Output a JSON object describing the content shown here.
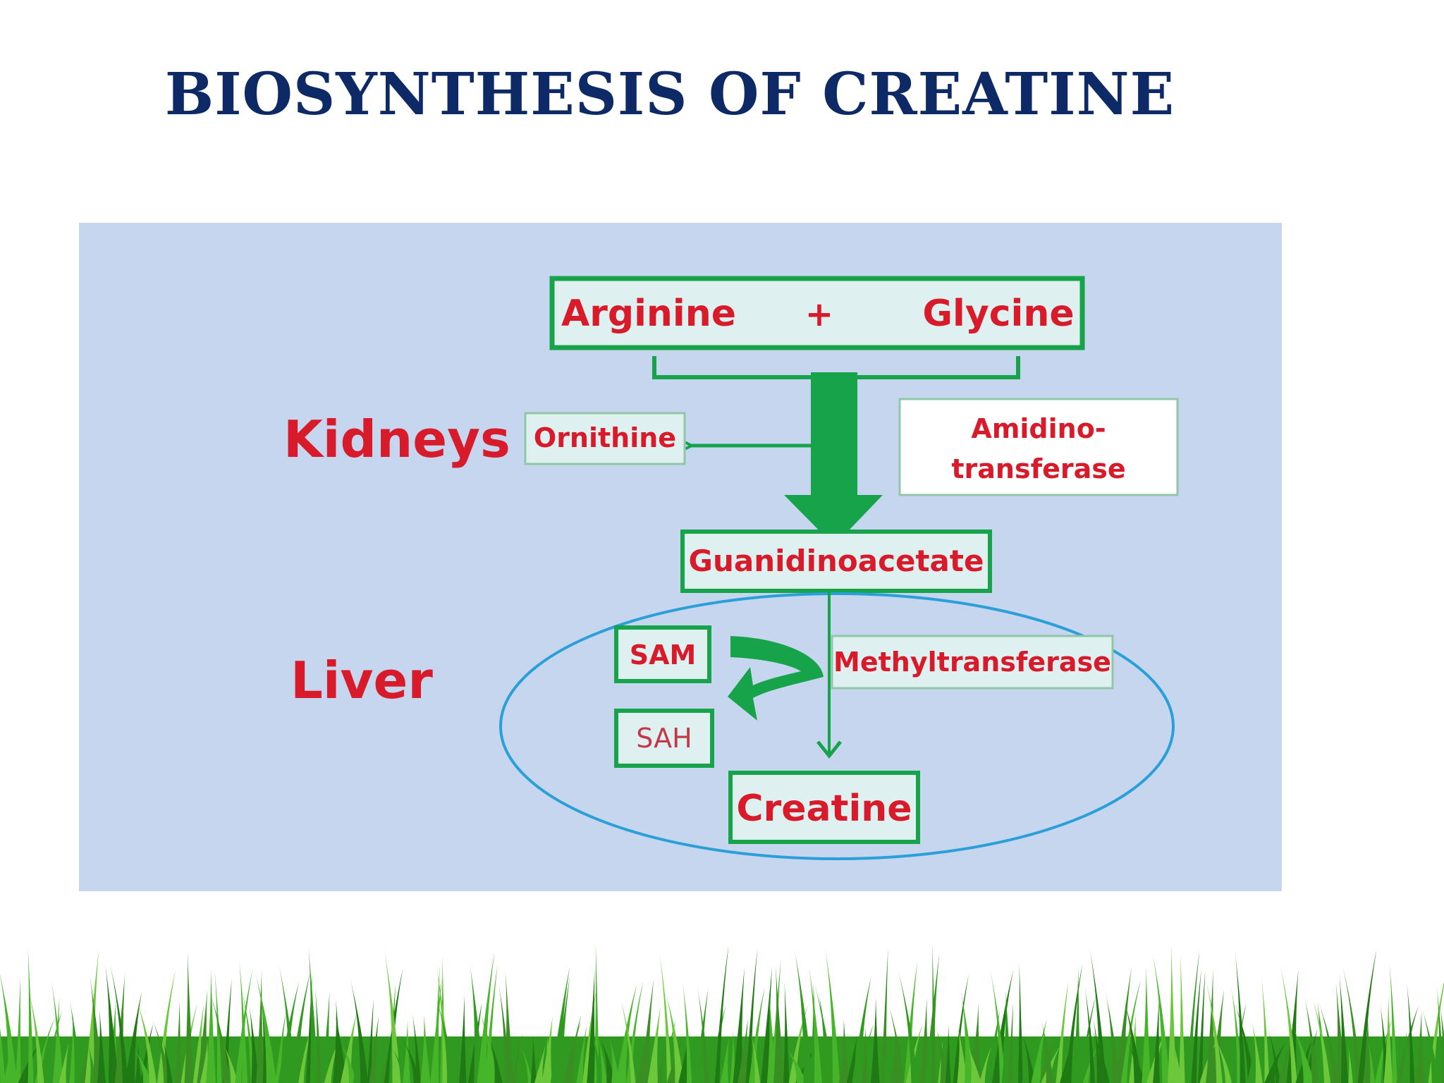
{
  "title": "BIOSYNTHESIS OF CREATINE",
  "diagram": {
    "reactants": {
      "left": "Arginine",
      "operator": "+",
      "right": "Glycine"
    },
    "organs": {
      "kidneys": "Kidneys",
      "liver": "Liver"
    },
    "byproduct": "Ornithine",
    "enzyme1": {
      "line1": "Amidino-",
      "line2": "transferase"
    },
    "intermediate": "Guanidinoacetate",
    "cofactor_in": "SAM",
    "cofactor_out": "SAH",
    "enzyme2": "Methyltransferase",
    "product": "Creatine"
  },
  "colors": {
    "title": "#0d2a66",
    "label_red": "#d81b2b",
    "green": "#17a34a",
    "panel": "#c5d6ee",
    "ellipse": "#2a9fd8"
  }
}
